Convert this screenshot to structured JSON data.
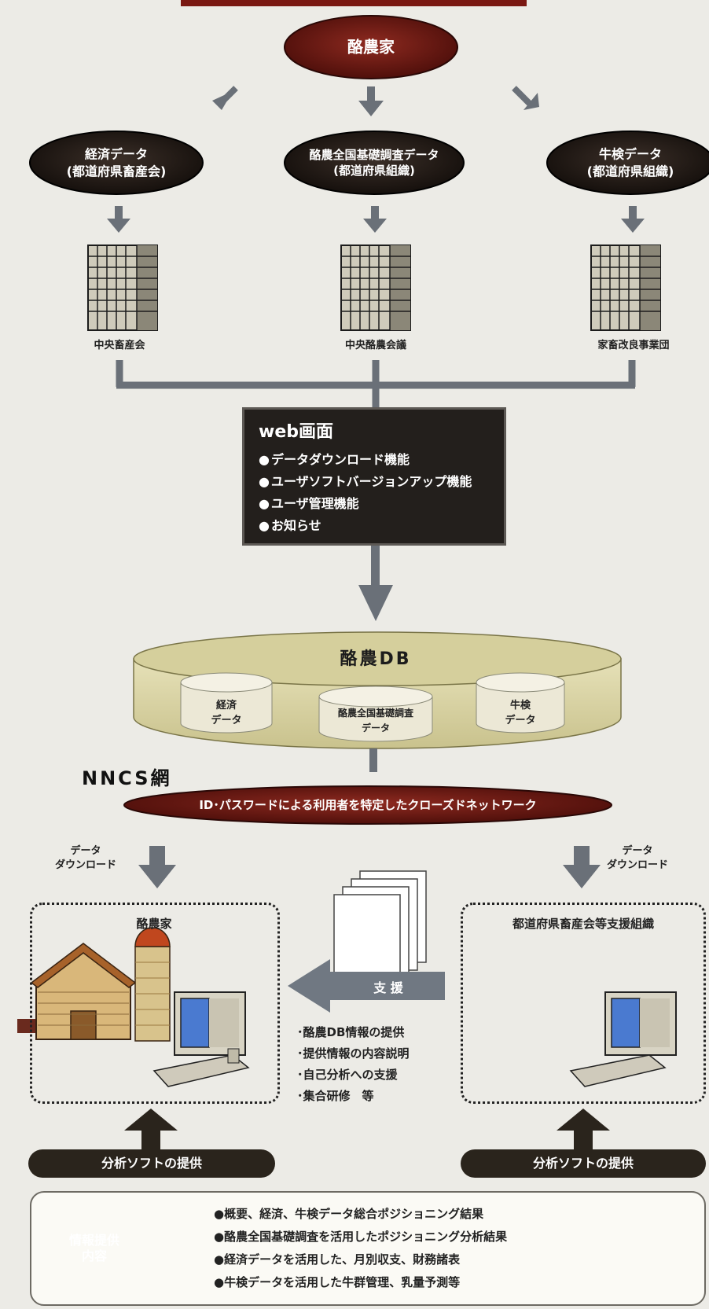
{
  "top": {
    "farmer_oval": "酪農家"
  },
  "sources": [
    {
      "line1": "経済データ",
      "line2": "(都道府県畜産会)"
    },
    {
      "line1": "酪農全国基礎調査データ",
      "line2": "(都道府県組織)"
    },
    {
      "line1": "牛検データ",
      "line2": "(都道府県組織)"
    }
  ],
  "buildings": [
    {
      "label": "中央畜産会"
    },
    {
      "label": "中央酪農会議"
    },
    {
      "label": "家畜改良事業団"
    }
  ],
  "web_screen": {
    "title": "web画面",
    "items": [
      "データダウンロード機能",
      "ユーザソフトバージョンアップ機能",
      "ユーザ管理機能",
      "お知らせ"
    ]
  },
  "database": {
    "title": "酪農DB",
    "stores": [
      {
        "line1": "経済",
        "line2": "データ"
      },
      {
        "line1": "酪農全国基礎調査",
        "line2": "データ"
      },
      {
        "line1": "牛検",
        "line2": "データ"
      }
    ]
  },
  "network": {
    "title": "NNCS網",
    "description": "ID･パスワードによる利用者を特定したクローズドネットワーク"
  },
  "download": {
    "left_line1": "データ",
    "left_line2": "ダウンロード",
    "right_line1": "データ",
    "right_line2": "ダウンロード"
  },
  "farmer_box": {
    "title": "酪農家"
  },
  "support_org_box": {
    "title": "都道府県畜産会等支援組織"
  },
  "support": {
    "arrow_label": "支 援",
    "items": [
      "酪農DB情報の提供",
      "提供情報の内容説明",
      "自己分析への支援",
      "集合研修　等"
    ]
  },
  "analysis_soft": {
    "left": "分析ソフトの提供",
    "right": "分析ソフトの提供"
  },
  "info": {
    "badge_line1": "情報提供",
    "badge_line2": "内容",
    "items": [
      "概要、経済、牛検データ総合ポジショニング結果",
      "酪農全国基礎調査を活用したポジショニング分析結果",
      "経済データを活用した、月別収支、財務諸表",
      "牛検データを活用した牛群管理、乳量予測等"
    ]
  },
  "colors": {
    "oval_dark": "#2a1e18",
    "oval_red": "#7a1812",
    "arrow_gray": "#6a7078",
    "db_tan": "#d8d3a2",
    "badge_red": "#b3202a"
  }
}
